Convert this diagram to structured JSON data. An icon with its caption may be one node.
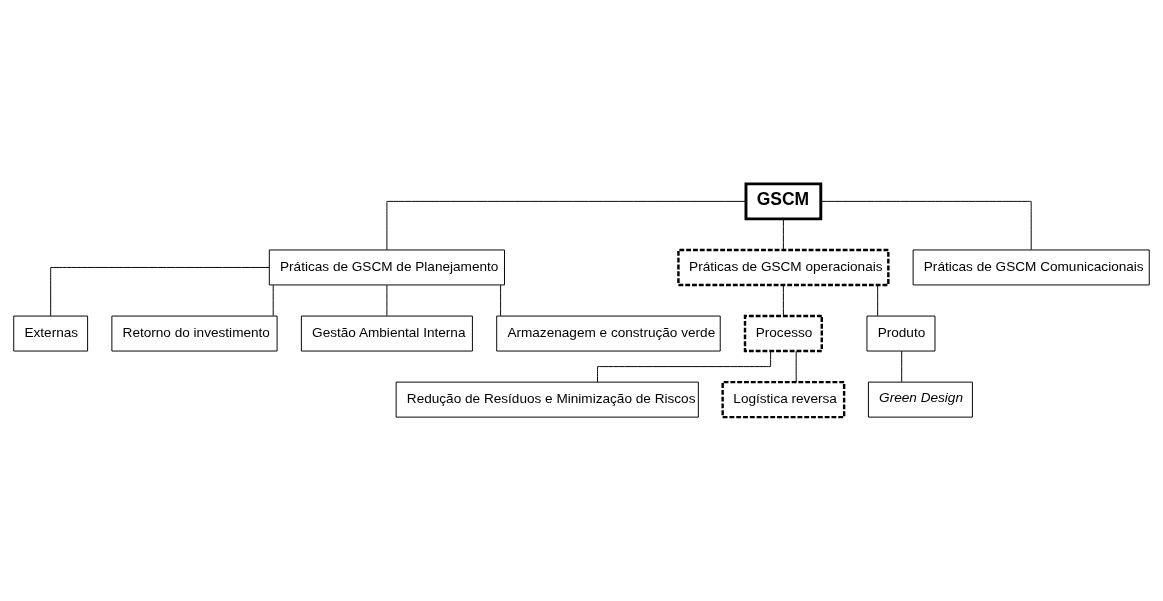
{
  "diagram": {
    "nodes": [
      {
        "text": [
          "GSCM"
        ]
      },
      {
        "text": [
          "Práticas de GSCM de Planejamento"
        ]
      },
      {
        "text": [
          "Práticas de GSCM operacionais"
        ]
      },
      {
        "text": [
          "Práticas de GSCM Comunicacionais"
        ]
      },
      {
        "text": [
          "Externas"
        ]
      },
      {
        "text": [
          "Retorno do investimento"
        ]
      },
      {
        "text": [
          "Gestão Ambiental Interna"
        ]
      },
      {
        "text": [
          "Armazenagem e construção verde"
        ]
      },
      {
        "text": [
          "Processo"
        ]
      },
      {
        "text": [
          "Produto"
        ]
      },
      {
        "text": [
          "Redução de Resíduos e Minimização de Riscos"
        ]
      },
      {
        "text": [
          "Logística reversa"
        ]
      },
      {
        "text": [
          "Green Design"
        ]
      }
    ],
    "edges": [
      {
        "from": 0,
        "to": 1,
        "arrow": "none"
      },
      {
        "from": 0,
        "to": 2,
        "arrow": "none"
      },
      {
        "from": 0,
        "to": 3,
        "arrow": "none"
      },
      {
        "from": 1,
        "to": 4,
        "arrow": "none"
      },
      {
        "from": 1,
        "to": 5,
        "arrow": "none"
      },
      {
        "from": 1,
        "to": 6,
        "arrow": "none"
      },
      {
        "from": 1,
        "to": 7,
        "arrow": "none"
      },
      {
        "from": 2,
        "to": 8,
        "arrow": "none"
      },
      {
        "from": 2,
        "to": 9,
        "arrow": "none"
      },
      {
        "from": 8,
        "to": 10,
        "arrow": "none"
      },
      {
        "from": 8,
        "to": 11,
        "arrow": "none"
      },
      {
        "from": 9,
        "to": 12,
        "arrow": "none"
      }
    ]
  }
}
